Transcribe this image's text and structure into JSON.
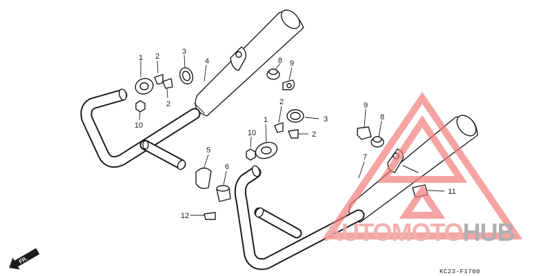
{
  "diagram": {
    "callouts": [
      {
        "id": "c1a",
        "text": "1"
      },
      {
        "id": "c2a",
        "text": "2"
      },
      {
        "id": "c3a",
        "text": "3"
      },
      {
        "id": "c4",
        "text": "4"
      },
      {
        "id": "c2b",
        "text": "2"
      },
      {
        "id": "c10a",
        "text": "10"
      },
      {
        "id": "c8a",
        "text": "8"
      },
      {
        "id": "c9a",
        "text": "9"
      },
      {
        "id": "c2c",
        "text": "2"
      },
      {
        "id": "c3b",
        "text": "3"
      },
      {
        "id": "c1b",
        "text": "1"
      },
      {
        "id": "c10b",
        "text": "10"
      },
      {
        "id": "c2d",
        "text": "2"
      },
      {
        "id": "c9b",
        "text": "9"
      },
      {
        "id": "c8b",
        "text": "8"
      },
      {
        "id": "c5",
        "text": "5"
      },
      {
        "id": "c6",
        "text": "6"
      },
      {
        "id": "c7",
        "text": "7"
      },
      {
        "id": "c11",
        "text": "11"
      },
      {
        "id": "c12",
        "text": "12"
      }
    ],
    "direction_label": "FR.",
    "figure_code": "KC23-F1700"
  },
  "watermark": {
    "part1": "AUTOMOTO",
    "part2": "HUB",
    "color_primary": "#f2a9a9",
    "color_triangle": "#f07a7a",
    "color_accent": "#f5c585",
    "color_secondary": "#a8a8a8"
  }
}
